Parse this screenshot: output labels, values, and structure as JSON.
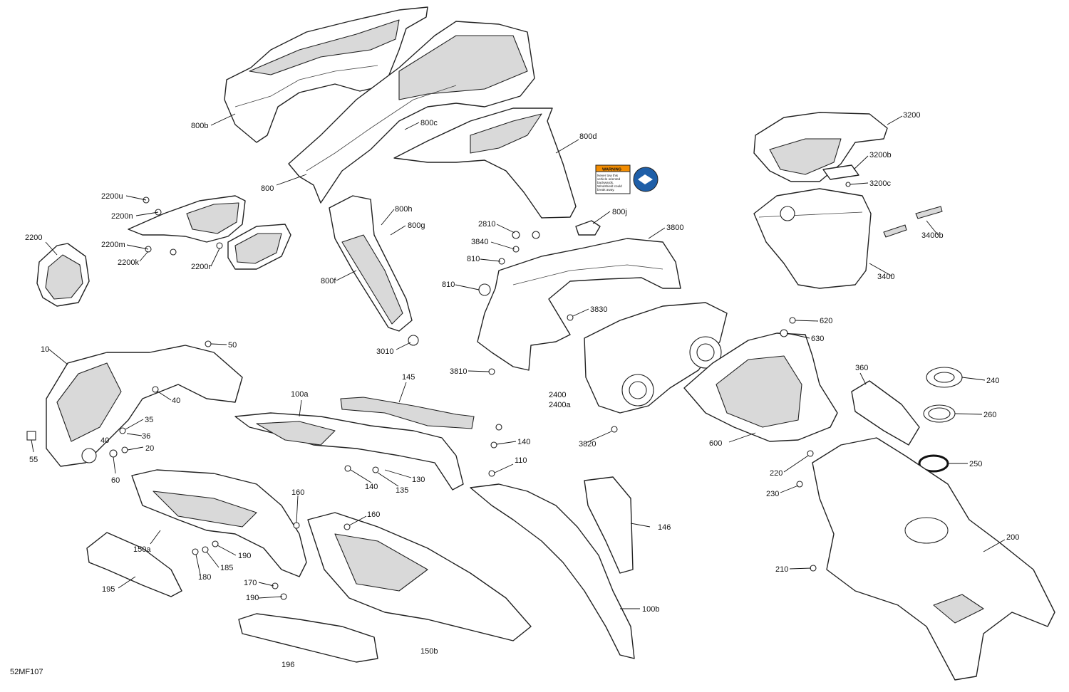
{
  "diagram_code": "52MF107",
  "callouts": [
    "800b",
    "800c",
    "800d",
    "800",
    "800h",
    "800g",
    "800j",
    "800f",
    "2200",
    "2200u",
    "2200n",
    "2200m",
    "2200k",
    "2200r",
    "2810",
    "3840",
    "810",
    "810",
    "3800",
    "3830",
    "3810",
    "3010",
    "3200",
    "3200b",
    "3200c",
    "3400b",
    "3400",
    "620",
    "630",
    "2400",
    "2400a",
    "3820",
    "600",
    "360",
    "240",
    "260",
    "250",
    "10",
    "50",
    "40",
    "35",
    "36",
    "40",
    "20",
    "55",
    "60",
    "145",
    "100a",
    "140",
    "110",
    "130",
    "135",
    "140",
    "160",
    "150a",
    "190",
    "185",
    "180",
    "195",
    "170",
    "190",
    "160",
    "150b",
    "196",
    "146",
    "100b",
    "220",
    "230",
    "200",
    "210"
  ],
  "warning_label": {
    "title": "WARNING",
    "lines": [
      "Never tow this",
      "vehicle oriented",
      "backwards.",
      "Windshield could",
      "break away."
    ]
  },
  "colors": {
    "warning_orange": "#f28c00",
    "sticker_blue": "#1f5fa8",
    "part_shade": "#d9d9d9"
  }
}
